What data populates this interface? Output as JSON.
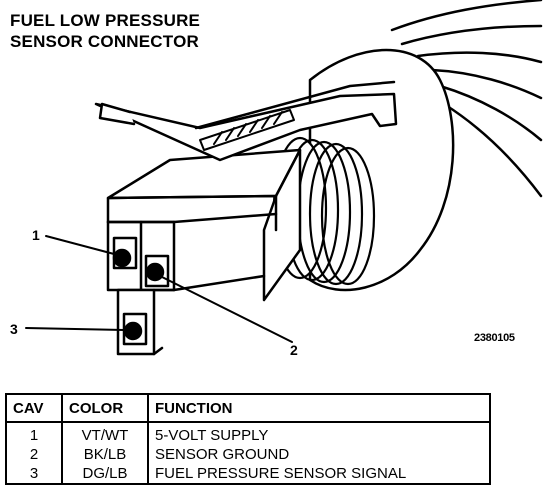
{
  "title": {
    "line1": "FUEL LOW PRESSURE",
    "line2": "SENSOR CONNECTOR"
  },
  "figure_id": "2380105",
  "pin_labels": [
    "1",
    "2",
    "3"
  ],
  "table": {
    "headers": [
      "CAV",
      "COLOR",
      "FUNCTION"
    ],
    "rows": [
      {
        "cav": "1",
        "color": "VT/WT",
        "function": "5-VOLT SUPPLY"
      },
      {
        "cav": "2",
        "color": "BK/LB",
        "function": "SENSOR GROUND"
      },
      {
        "cav": "3",
        "color": "DG/LB",
        "function": "FUEL PRESSURE SENSOR SIGNAL"
      }
    ]
  }
}
